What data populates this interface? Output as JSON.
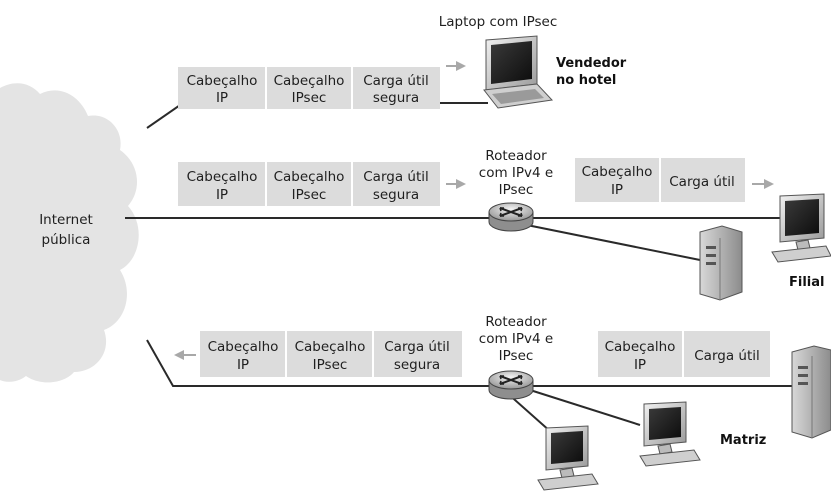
{
  "cloud": {
    "line1": "Internet",
    "line2": "pública"
  },
  "laptop": {
    "caption": "Laptop com IPsec",
    "location_line1": "Vendedor",
    "location_line2": "no hotel"
  },
  "packet_top": {
    "ip_header": [
      "Cabeçalho",
      "IP"
    ],
    "ipsec_header": [
      "Cabeçalho",
      "IPsec"
    ],
    "payload": [
      "Carga útil",
      "segura"
    ]
  },
  "packet_middle_left": {
    "ip_header": [
      "Cabeçalho",
      "IP"
    ],
    "ipsec_header": [
      "Cabeçalho",
      "IPsec"
    ],
    "payload": [
      "Carga útil",
      "segura"
    ]
  },
  "packet_middle_right": {
    "ip_header": [
      "Cabeçalho",
      "IP"
    ],
    "payload": "Carga útil"
  },
  "router_middle": {
    "line1": "Roteador",
    "line2": "com IPv4 e",
    "line3": "IPsec"
  },
  "branch": {
    "label": "Filial"
  },
  "packet_bottom_left": {
    "ip_header": [
      "Cabeçalho",
      "IP"
    ],
    "ipsec_header": [
      "Cabeçalho",
      "IPsec"
    ],
    "payload": [
      "Carga útil",
      "segura"
    ]
  },
  "packet_bottom_right": {
    "ip_header": [
      "Cabeçalho",
      "IP"
    ],
    "payload": "Carga útil"
  },
  "router_bottom": {
    "line1": "Roteador",
    "line2": "com IPv4 e",
    "line3": "IPsec"
  },
  "headquarters": {
    "label": "Matriz"
  },
  "colors": {
    "packet_fill": "#dcdcdc",
    "packet_divider": "#ffffff",
    "line": "#2a2a2a",
    "arrow": "#a8a8a8",
    "cloud_fill": "#e4e4e4"
  }
}
